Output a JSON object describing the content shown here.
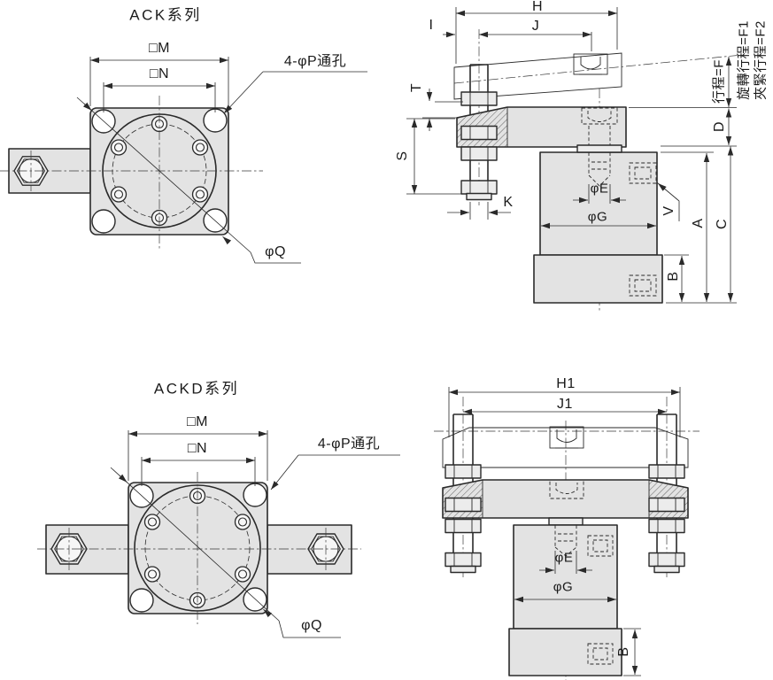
{
  "colors": {
    "line_color": "#2a2a2a",
    "part_fill": "#e3e3e3",
    "background": "#ffffff"
  },
  "ack_front": {
    "title": "ACK系列",
    "dim_m": "□M",
    "dim_n": "□N",
    "callout_holes": "4-φP通孔",
    "callout_q": "φQ"
  },
  "ack_side": {
    "dim_h": "H",
    "dim_j": "J",
    "dim_i": "I",
    "dim_t": "T",
    "dim_s": "S",
    "dim_k": "K",
    "dim_e": "φE",
    "dim_g": "φG",
    "dim_v": "V",
    "dim_a": "A",
    "dim_c": "C",
    "dim_b": "B",
    "dim_d": "D",
    "dim_stroke": "行程=F",
    "note_rotate_stroke": "旋轉行程=F1",
    "note_clamp_stroke": "夾緊行程=F2"
  },
  "ackd_front": {
    "title": "ACKD系列",
    "dim_m": "□M",
    "dim_n": "□N",
    "callout_holes": "4-φP通孔",
    "callout_q": "φQ"
  },
  "ackd_side": {
    "dim_h1": "H1",
    "dim_j1": "J1",
    "dim_e": "φE",
    "dim_g": "φG",
    "dim_b": "B"
  }
}
